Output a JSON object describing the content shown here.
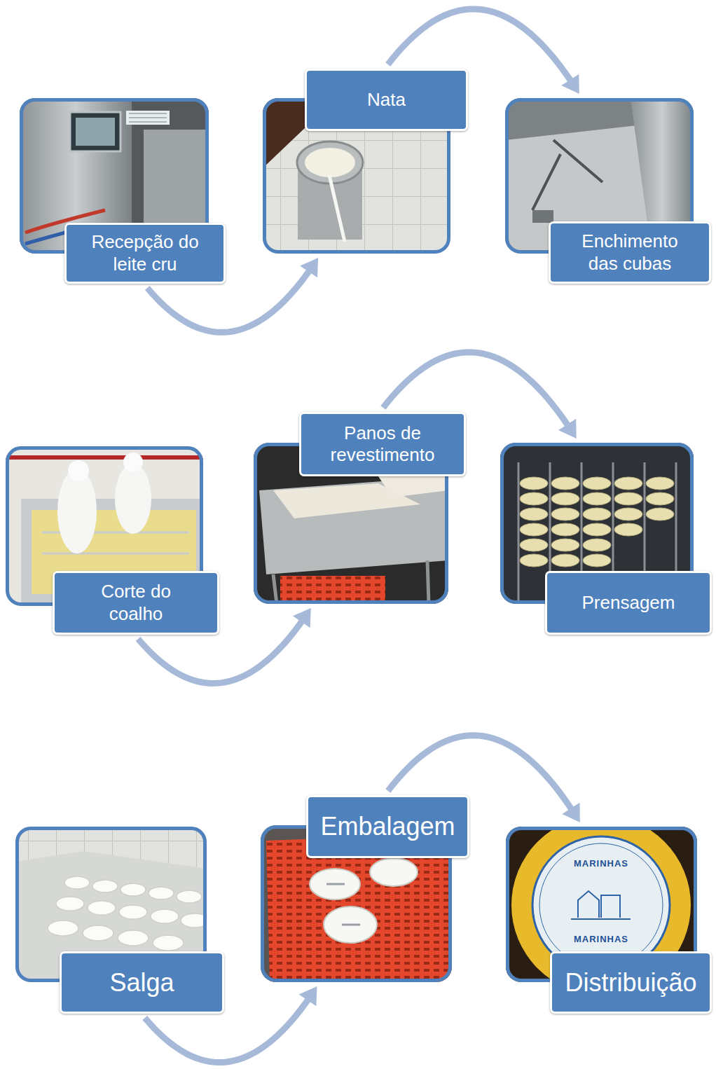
{
  "diagram": {
    "nodes": [
      {
        "text": [
          "Recepção do leite cru"
        ]
      },
      {
        "text": [
          "Nata"
        ]
      },
      {
        "text": [
          "Enchimento das cubas"
        ]
      },
      {
        "text": [
          "Corte do coalho"
        ]
      },
      {
        "text": [
          "Panos de revestimento"
        ]
      },
      {
        "text": [
          "Prensagem"
        ]
      },
      {
        "text": [
          "Salga"
        ]
      },
      {
        "text": [
          "Embalagem"
        ]
      },
      {
        "text": [
          "Distribuição"
        ]
      }
    ],
    "edges": [
      {
        "from": 0,
        "to": 1,
        "arrow": "to"
      },
      {
        "from": 1,
        "to": 2,
        "arrow": "to"
      },
      {
        "from": 3,
        "to": 4,
        "arrow": "to"
      },
      {
        "from": 4,
        "to": 5,
        "arrow": "to"
      },
      {
        "from": 6,
        "to": 7,
        "arrow": "to"
      },
      {
        "from": 7,
        "to": 8,
        "arrow": "to"
      }
    ],
    "labels": [
      "MARINHAS",
      "MARINHAS"
    ]
  }
}
